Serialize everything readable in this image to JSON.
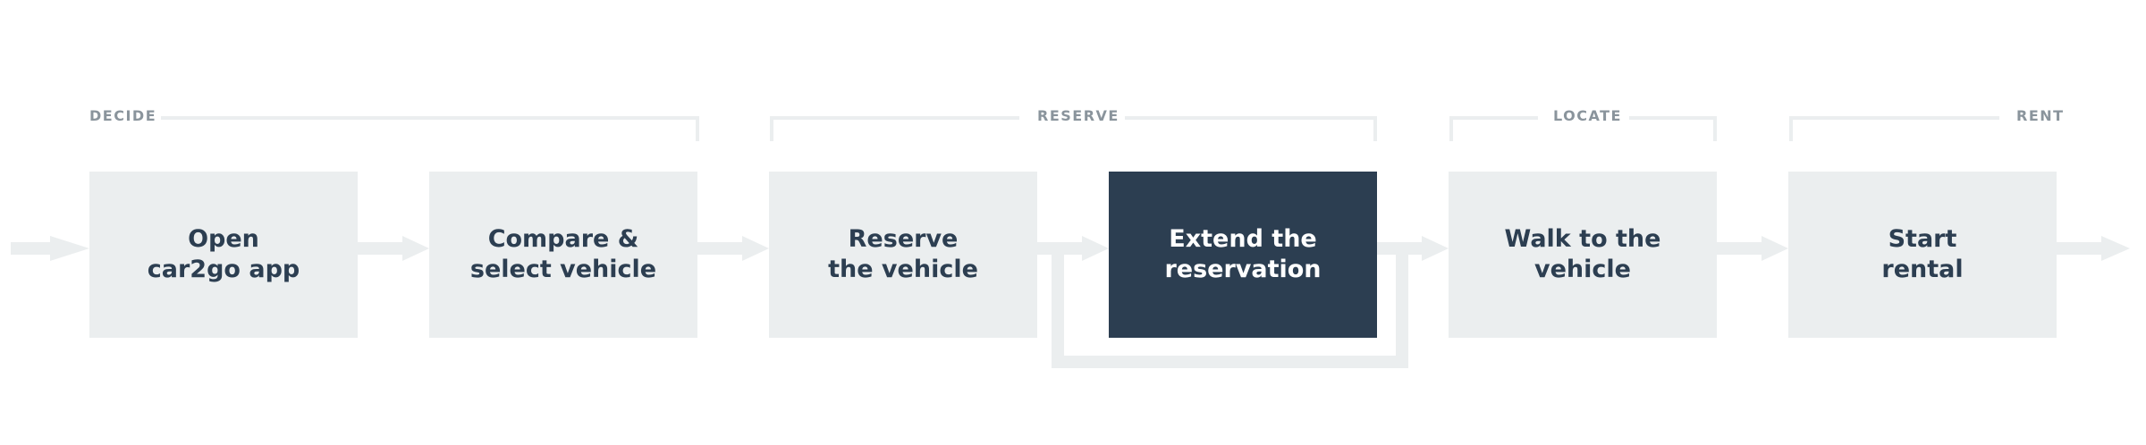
{
  "phases": [
    {
      "id": "decide",
      "label": "DECIDE"
    },
    {
      "id": "reserve",
      "label": "RESERVE"
    },
    {
      "id": "locate",
      "label": "LOCATE"
    },
    {
      "id": "rent",
      "label": "RENT"
    }
  ],
  "steps": [
    {
      "id": "open-app",
      "lines": [
        "Open",
        "car2go app"
      ],
      "active": false
    },
    {
      "id": "compare-select",
      "lines": [
        "Compare &",
        "select vehicle"
      ],
      "active": false
    },
    {
      "id": "reserve-vehicle",
      "lines": [
        "Reserve",
        "the vehicle"
      ],
      "active": false
    },
    {
      "id": "extend-reservation",
      "lines": [
        "Extend the",
        "reservation"
      ],
      "active": true
    },
    {
      "id": "walk-to-vehicle",
      "lines": [
        "Walk to the",
        "vehicle"
      ],
      "active": false
    },
    {
      "id": "start-rental",
      "lines": [
        "Start",
        "rental"
      ],
      "active": false
    }
  ],
  "colors": {
    "box": "#ebeeef",
    "active_box": "#2c3e51",
    "text": "#2c3e51",
    "active_text": "#ffffff",
    "phase_label": "#8a949c",
    "connector": "#ebeeef"
  }
}
